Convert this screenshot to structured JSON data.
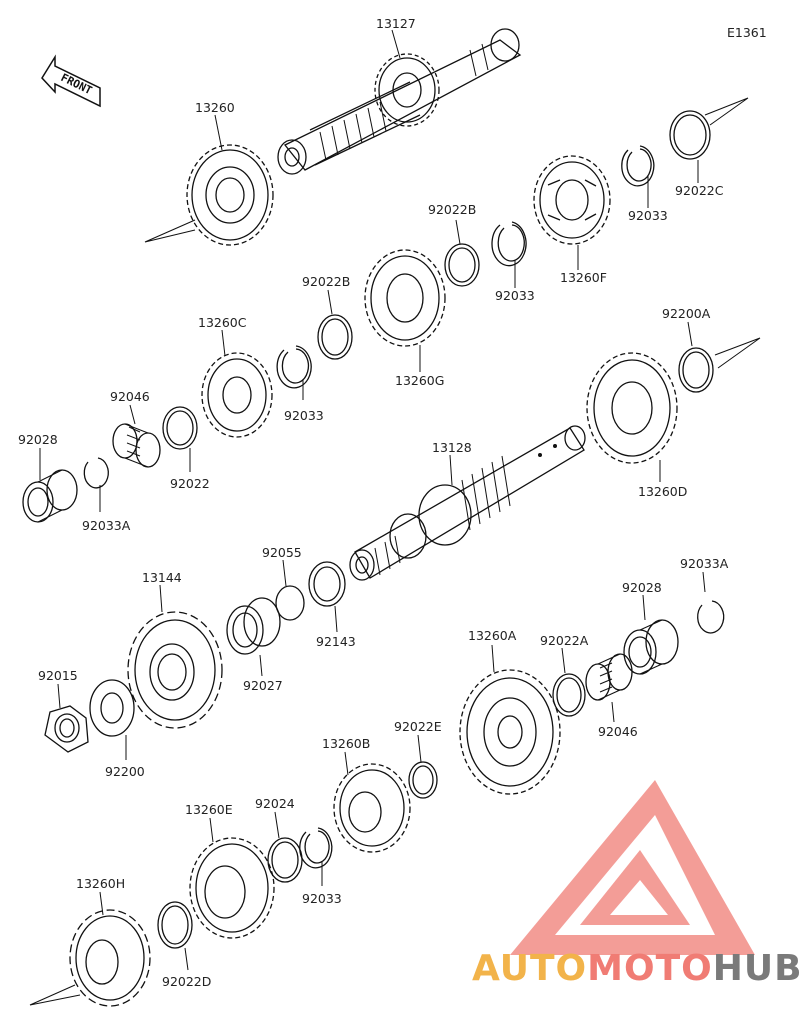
{
  "diagram_code": "E1361",
  "front_label": "FRONT",
  "logo": {
    "part1": "AUTO",
    "part2": "MOTO",
    "part3": "HUB",
    "color_auto": "#f2b34a",
    "color_moto": "#f07c74",
    "color_hub": "#7a7a7a",
    "triangle_color": "#f28c86"
  },
  "parts": {
    "p13127": "13127",
    "p13260": "13260",
    "p92022C": "92022C",
    "p92033_a": "92033",
    "p13260F": "13260F",
    "p92022B_a": "92022B",
    "p92033_b": "92033",
    "p92022B_b": "92022B",
    "p13260G": "13260G",
    "p13260C": "13260C",
    "p92033_c": "92033",
    "p92046_a": "92046",
    "p92022": "92022",
    "p92028_a": "92028",
    "p92033A_a": "92033A",
    "p92200A": "92200A",
    "p13128": "13128",
    "p13260D": "13260D",
    "p92055": "92055",
    "p92143": "92143",
    "p13144": "13144",
    "p92027": "92027",
    "p92033A_b": "92033A",
    "p92028_b": "92028",
    "p13260A": "13260A",
    "p92022A": "92022A",
    "p92015": "92015",
    "p92046_b": "92046",
    "p92200": "92200",
    "p92022E": "92022E",
    "p13260B": "13260B",
    "p13260E": "13260E",
    "p92024": "92024",
    "p92033_d": "92033",
    "p13260H": "13260H",
    "p92022D": "92022D"
  }
}
